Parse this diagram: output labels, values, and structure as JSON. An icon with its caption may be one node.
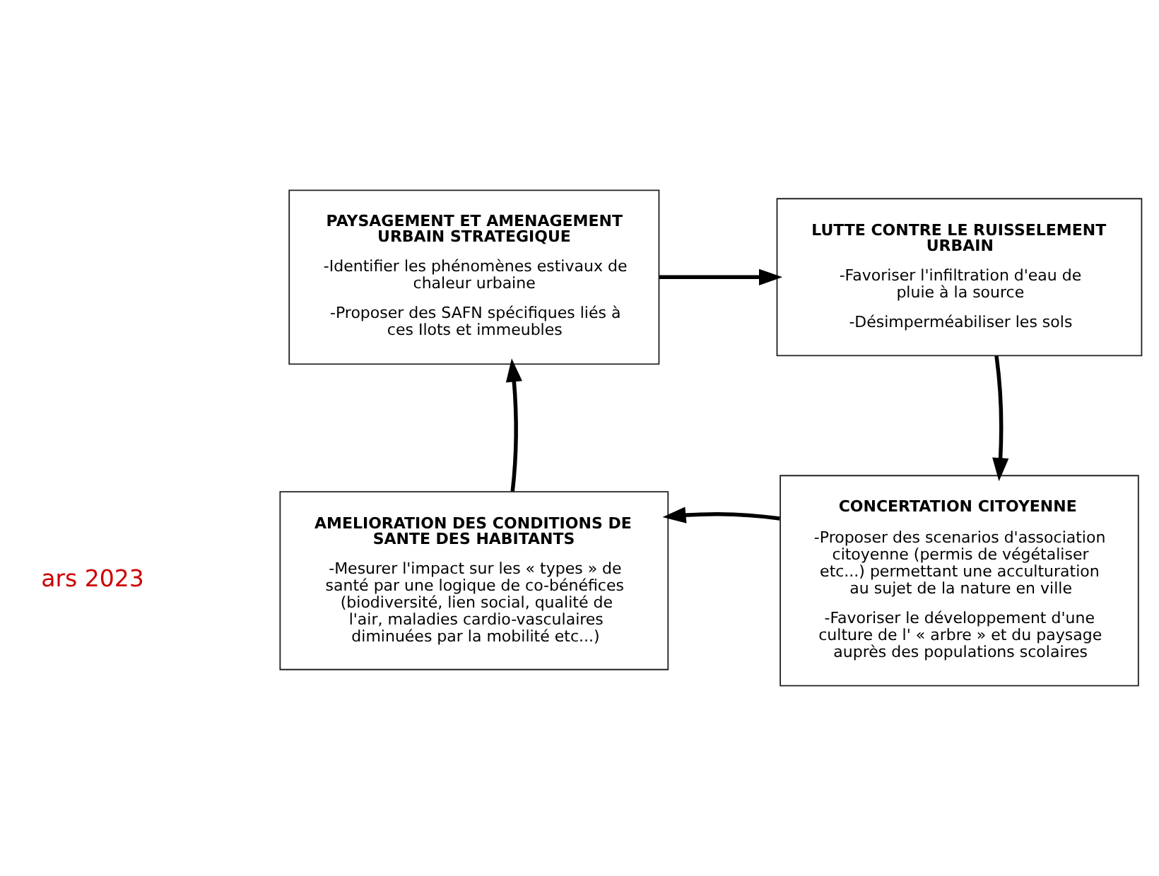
{
  "diagram": {
    "nodes": [
      {
        "text": [
          "PAYSAGEMENT ET AMENAGEMENT URBAIN STRATEGIQUE",
          "-Identifier les phénomènes estivaux de chaleur urbaine",
          "-Proposer des SAFN spécifiques liés à ces Ilots et immeubles"
        ]
      },
      {
        "text": [
          "LUTTE CONTRE LE RUISSELEMENT URBAIN",
          "-Favoriser l'infiltration d'eau de pluie à la source",
          "-Désimperméabiliser les sols"
        ]
      },
      {
        "text": [
          "AMELIORATION DES CONDITIONS DE SANTE DES HABITANTS",
          "-Mesurer l'impact sur les « types » de santé par une logique de co-bénéfices (biodiversité, lien social, qualité de l'air, maladies cardio-vasculaires diminuées par la mobilité etc...)"
        ]
      },
      {
        "text": [
          "CONCERTATION CITOYENNE",
          "-Proposer des scenarios d'association citoyenne (permis de végétaliser etc...) permettant une acculturation au sujet de la nature en ville",
          "-Favoriser le développement d'une culture de l' « arbre » et du paysage auprès des populations scolaires"
        ]
      }
    ],
    "edges": [
      {
        "from": 0,
        "to": 1,
        "arrow": "to"
      },
      {
        "from": 1,
        "to": 3,
        "arrow": "to"
      },
      {
        "from": 3,
        "to": 2,
        "arrow": "to"
      },
      {
        "from": 2,
        "to": 0,
        "arrow": "to"
      }
    ],
    "labels": [
      "ars 2023"
    ]
  }
}
